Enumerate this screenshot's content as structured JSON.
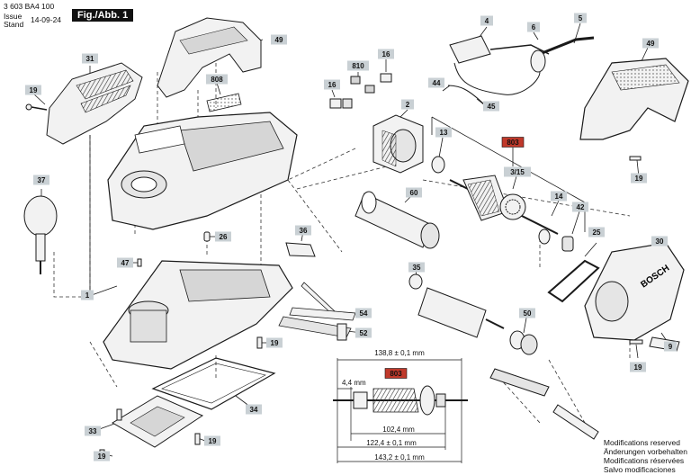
{
  "header": {
    "part_number": "3 603 BA4 100",
    "issue_label": "Issue",
    "stand_label": "Stand",
    "issue_date": "14-09-24",
    "figure_label": "Fig./Abb. 1"
  },
  "notes": [
    "Modifications reserved",
    "Änderungen vorbehalten",
    "Modifications réservées",
    "Salvo modificaciones"
  ],
  "brand_text": "BOSCH",
  "callouts": [
    {
      "id": "c31",
      "label": "31"
    },
    {
      "id": "c49a",
      "label": "49"
    },
    {
      "id": "c19a",
      "label": "19"
    },
    {
      "id": "c808",
      "label": "808"
    },
    {
      "id": "c810",
      "label": "810"
    },
    {
      "id": "c16a",
      "label": "16"
    },
    {
      "id": "c16b",
      "label": "16"
    },
    {
      "id": "c2",
      "label": "2"
    },
    {
      "id": "c4",
      "label": "4"
    },
    {
      "id": "c5",
      "label": "5"
    },
    {
      "id": "c6",
      "label": "6"
    },
    {
      "id": "c44",
      "label": "44"
    },
    {
      "id": "c45",
      "label": "45"
    },
    {
      "id": "c49b",
      "label": "49"
    },
    {
      "id": "c13",
      "label": "13"
    },
    {
      "id": "c803a",
      "label": "803",
      "highlight": true
    },
    {
      "id": "c3_15",
      "label": "3/15"
    },
    {
      "id": "c14",
      "label": "14"
    },
    {
      "id": "c42",
      "label": "42"
    },
    {
      "id": "c19b",
      "label": "19"
    },
    {
      "id": "c37",
      "label": "37"
    },
    {
      "id": "c60",
      "label": "60"
    },
    {
      "id": "c26",
      "label": "26"
    },
    {
      "id": "c36",
      "label": "36"
    },
    {
      "id": "c25",
      "label": "25"
    },
    {
      "id": "c30",
      "label": "30"
    },
    {
      "id": "c47",
      "label": "47"
    },
    {
      "id": "c35",
      "label": "35"
    },
    {
      "id": "c1",
      "label": "1"
    },
    {
      "id": "c54",
      "label": "54"
    },
    {
      "id": "c52",
      "label": "52"
    },
    {
      "id": "c50",
      "label": "50"
    },
    {
      "id": "c19c",
      "label": "19"
    },
    {
      "id": "c9",
      "label": "9"
    },
    {
      "id": "c19d",
      "label": "19"
    },
    {
      "id": "c34",
      "label": "34"
    },
    {
      "id": "c33",
      "label": "33"
    },
    {
      "id": "c19e",
      "label": "19"
    },
    {
      "id": "c19f",
      "label": "19"
    },
    {
      "id": "c803b",
      "label": "803",
      "highlight": true
    }
  ],
  "dimensions": {
    "d1": "138,8 ± 0,1 mm",
    "d2": "4,4 mm",
    "d3": "102,4 mm",
    "d4": "122,4 ± 0,1 mm",
    "d5": "143,2 ± 0,1 mm"
  },
  "colors": {
    "highlight": "#c0392b",
    "callout_bg": "#c9d0d4",
    "line": "#1a1a1a",
    "part_fill": "#f2f2f2",
    "part_shade": "#d6d6d6"
  }
}
